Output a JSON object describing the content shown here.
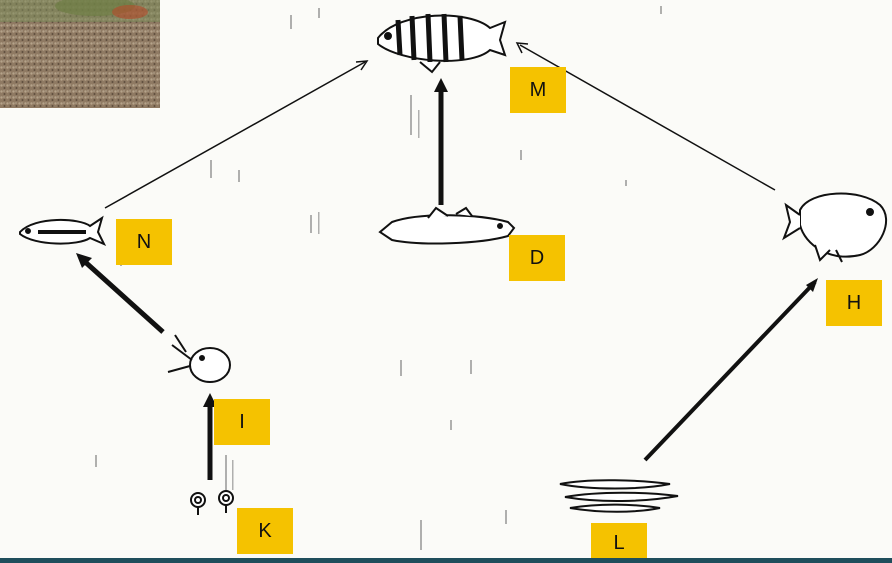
{
  "label_color": "#f5c200",
  "labels": {
    "M": "M",
    "N": "N",
    "D": "D",
    "H": "H",
    "I": "I",
    "K": "K",
    "L": "L"
  },
  "organisms": {
    "M": "large-barred-fish",
    "N": "small-striped-fish",
    "D": "minnow-fish",
    "H": "round-fish",
    "I": "water-flea",
    "K": "algae-cells",
    "L": "worm-larvae"
  }
}
